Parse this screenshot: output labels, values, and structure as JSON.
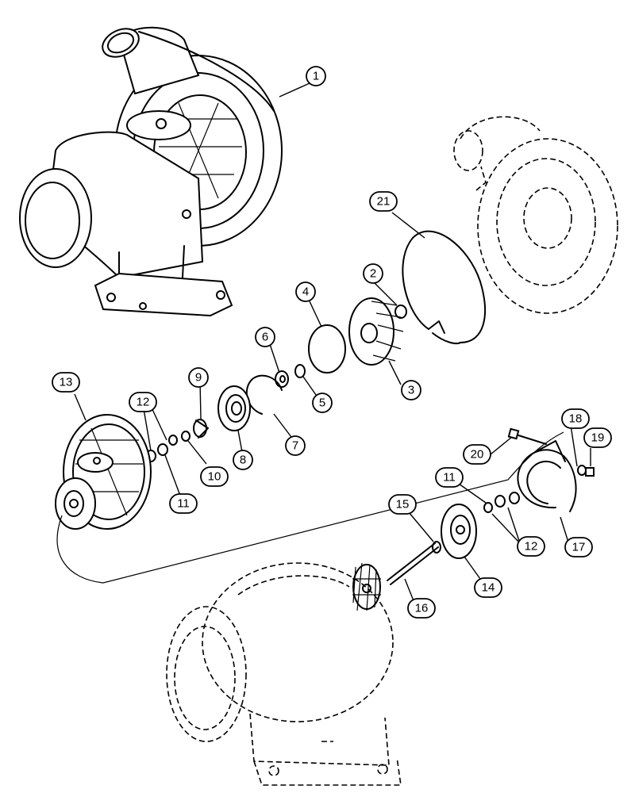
{
  "callouts": [
    {
      "id": "c1",
      "label": "1"
    },
    {
      "id": "c2",
      "label": "2"
    },
    {
      "id": "c3",
      "label": "3"
    },
    {
      "id": "c4",
      "label": "4"
    },
    {
      "id": "c5",
      "label": "5"
    },
    {
      "id": "c6",
      "label": "6"
    },
    {
      "id": "c7",
      "label": "7"
    },
    {
      "id": "c8",
      "label": "8"
    },
    {
      "id": "c9",
      "label": "9"
    },
    {
      "id": "c10",
      "label": "10"
    },
    {
      "id": "c11a",
      "label": "11"
    },
    {
      "id": "c11b",
      "label": "11"
    },
    {
      "id": "c12a",
      "label": "12"
    },
    {
      "id": "c12b",
      "label": "12"
    },
    {
      "id": "c13",
      "label": "13"
    },
    {
      "id": "c14",
      "label": "14"
    },
    {
      "id": "c15",
      "label": "15"
    },
    {
      "id": "c16",
      "label": "16"
    },
    {
      "id": "c17",
      "label": "17"
    },
    {
      "id": "c18",
      "label": "18"
    },
    {
      "id": "c19",
      "label": "19"
    },
    {
      "id": "c20",
      "label": "20"
    },
    {
      "id": "c21",
      "label": "21"
    }
  ]
}
